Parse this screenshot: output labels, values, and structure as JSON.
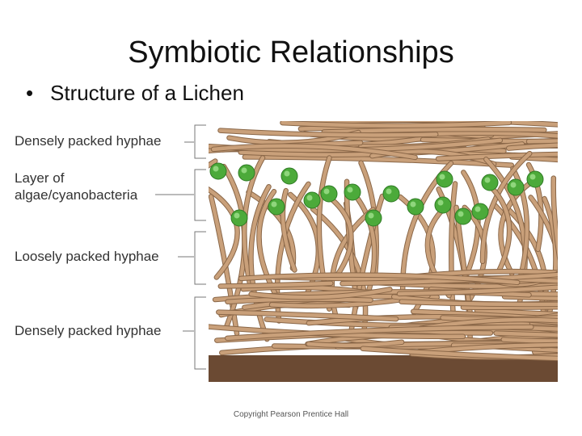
{
  "slide": {
    "title": "Symbiotic Relationships",
    "bullet": "Structure of a Lichen"
  },
  "diagram": {
    "labels": [
      "Densely packed hyphae",
      "Layer of algae/cyanobacteria",
      "Loosely packed hyphae",
      "Densely packed hyphae"
    ],
    "colors": {
      "hyphae": "#c9a07a",
      "hyphae_edge": "#8a6748",
      "algae": "#4caa3a",
      "substrate": "#6b4a33"
    }
  },
  "footer": {
    "copyright": "Copyright Pearson Prentice Hall"
  }
}
